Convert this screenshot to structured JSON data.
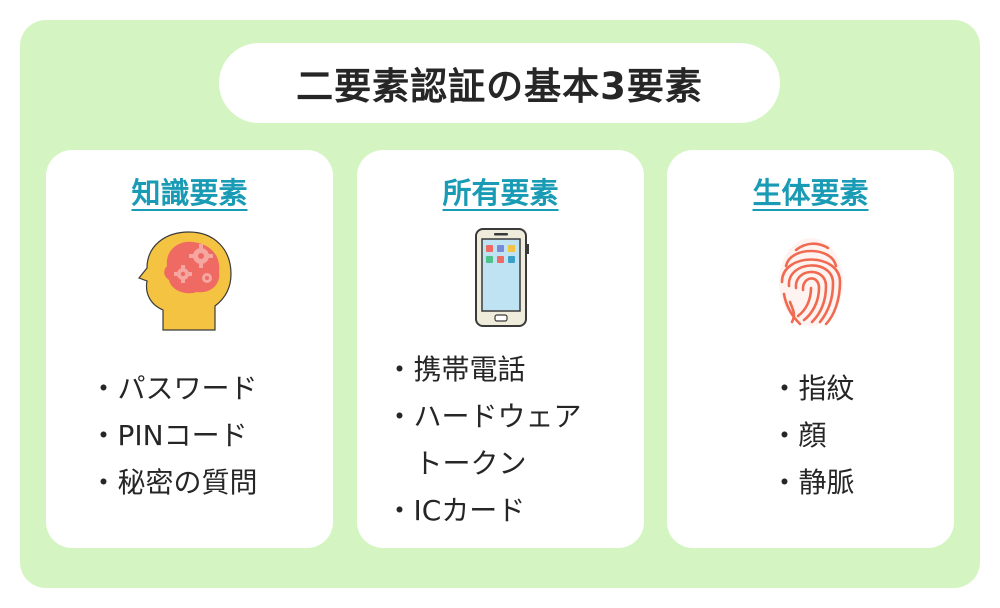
{
  "title": "二要素認証の基本3要素",
  "cards": [
    {
      "heading": "知識要素",
      "icon": "brain-gears-icon",
      "items": [
        "・パスワード",
        "・PINコード",
        "・秘密の質問"
      ]
    },
    {
      "heading": "所有要素",
      "icon": "smartphone-icon",
      "items": [
        "・携帯電話",
        "・ハードウェア",
        "トークン",
        "・ICカード"
      ]
    },
    {
      "heading": "生体要素",
      "icon": "fingerprint-icon",
      "items": [
        "・指紋",
        "・顔",
        "・静脈"
      ]
    }
  ],
  "colors": {
    "background": "#d4f5c1",
    "heading": "#1a9bb5",
    "text": "#262626",
    "head_silhouette": "#f5c342",
    "brain": "#ef6a63",
    "gear": "#f6a6a1",
    "phone_body": "#f0ecdc",
    "phone_screen": "#bfe3f2",
    "fingerprint": "#ef6a50"
  }
}
